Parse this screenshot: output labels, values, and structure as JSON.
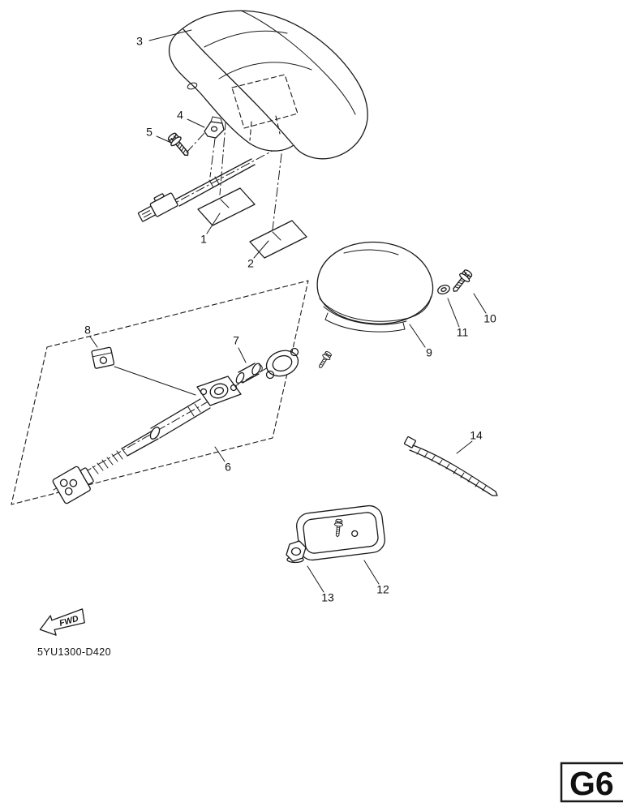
{
  "diagram": {
    "code": "5YU1300-D420",
    "fwd_label": "FWD",
    "page_ref": "G6",
    "line_color": "#1a1a1a",
    "background": "#ffffff",
    "callouts": [
      "1",
      "2",
      "3",
      "4",
      "5",
      "6",
      "7",
      "8",
      "9",
      "10",
      "11",
      "12",
      "13",
      "14"
    ]
  }
}
